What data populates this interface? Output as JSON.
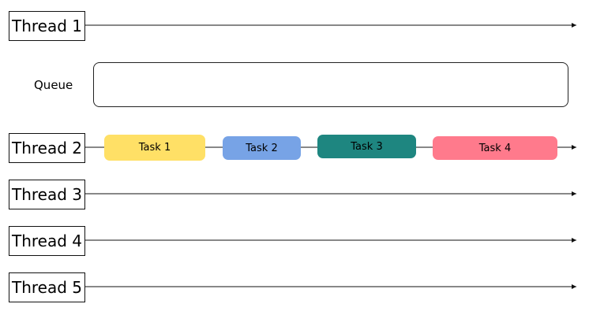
{
  "queue": {
    "label": "Queue"
  },
  "threads": [
    {
      "label": "Thread 1"
    },
    {
      "label": "Thread 2"
    },
    {
      "label": "Thread 3"
    },
    {
      "label": "Thread 4"
    },
    {
      "label": "Thread 5"
    }
  ],
  "tasks": [
    {
      "label": "Task 1",
      "color": "#FFE066"
    },
    {
      "label": "Task 2",
      "color": "#77A3E6"
    },
    {
      "label": "Task 3",
      "color": "#1E8680"
    },
    {
      "label": "Task 4",
      "color": "#FF7A8C"
    }
  ]
}
